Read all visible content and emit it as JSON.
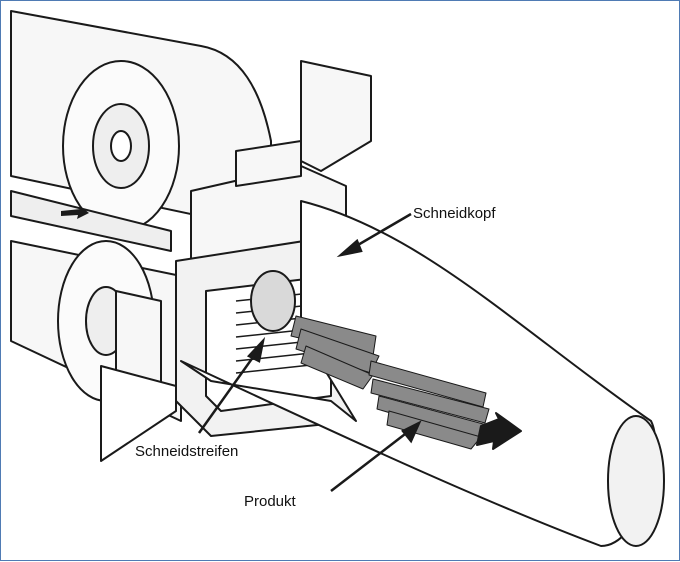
{
  "labels": {
    "cutting_head": "Schneidkopf",
    "cutting_strips": "Schneidstreifen",
    "product": "Produkt"
  },
  "colors": {
    "frame_border": "#4f7bb4",
    "line": "#1a1a1a",
    "machine_fill": "#f7f7f7",
    "shade": "#d9d9d9",
    "product": "#8a8a8a"
  }
}
